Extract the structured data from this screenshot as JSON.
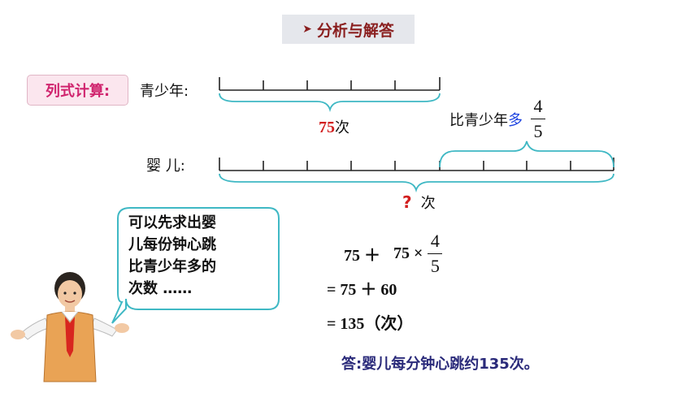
{
  "header": {
    "title": "分析与解答",
    "method_label": "列式计算:"
  },
  "diagram": {
    "teen_label": "青少年:",
    "baby_label": "婴 儿:",
    "teen_count": "75",
    "teen_unit": "次",
    "more_prefix": "比青少年",
    "more_word": "多",
    "fraction_num": "4",
    "fraction_den": "5",
    "unknown_mark": "?",
    "unknown_unit": "次"
  },
  "speech": {
    "lines": [
      "可以先求出婴",
      "儿每份钟心跳",
      "比青少年多的",
      "次数 ……"
    ]
  },
  "calc": {
    "line1_a": "75 ＋",
    "line1_b": "75 ×",
    "line1_num": "4",
    "line1_den": "5",
    "line2": "= 75 ＋ 60",
    "line3": "= 135（次）"
  },
  "answer": "答:婴儿每分钟心跳约135次。",
  "colors": {
    "title_text": "#8a1f1f",
    "method_text": "#d0246e",
    "highlight_red": "#d21f1f",
    "highlight_blue": "#1d43e0",
    "brace": "#3fb8c4",
    "answer_text": "#2a2a7a"
  }
}
